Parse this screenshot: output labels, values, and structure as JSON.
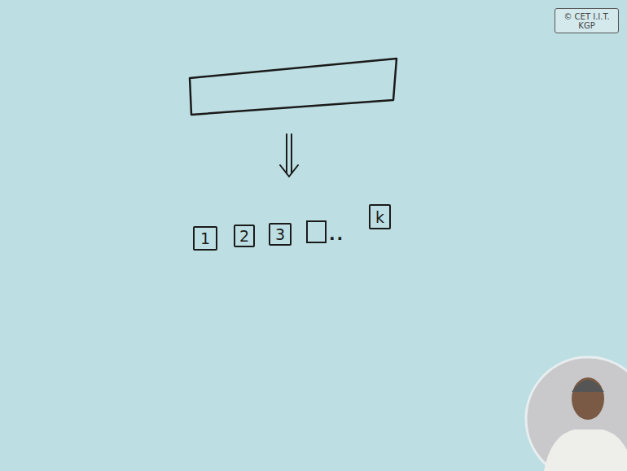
{
  "diagram": {
    "nodes": [
      {
        "text": [
          "© CET I.I.T. KGP"
        ]
      },
      {
        "text": [
          "1"
        ]
      },
      {
        "text": [
          "2"
        ]
      },
      {
        "text": [
          "3"
        ]
      },
      {
        "text": [
          "k"
        ]
      }
    ],
    "labels": [
      ".."
    ]
  }
}
